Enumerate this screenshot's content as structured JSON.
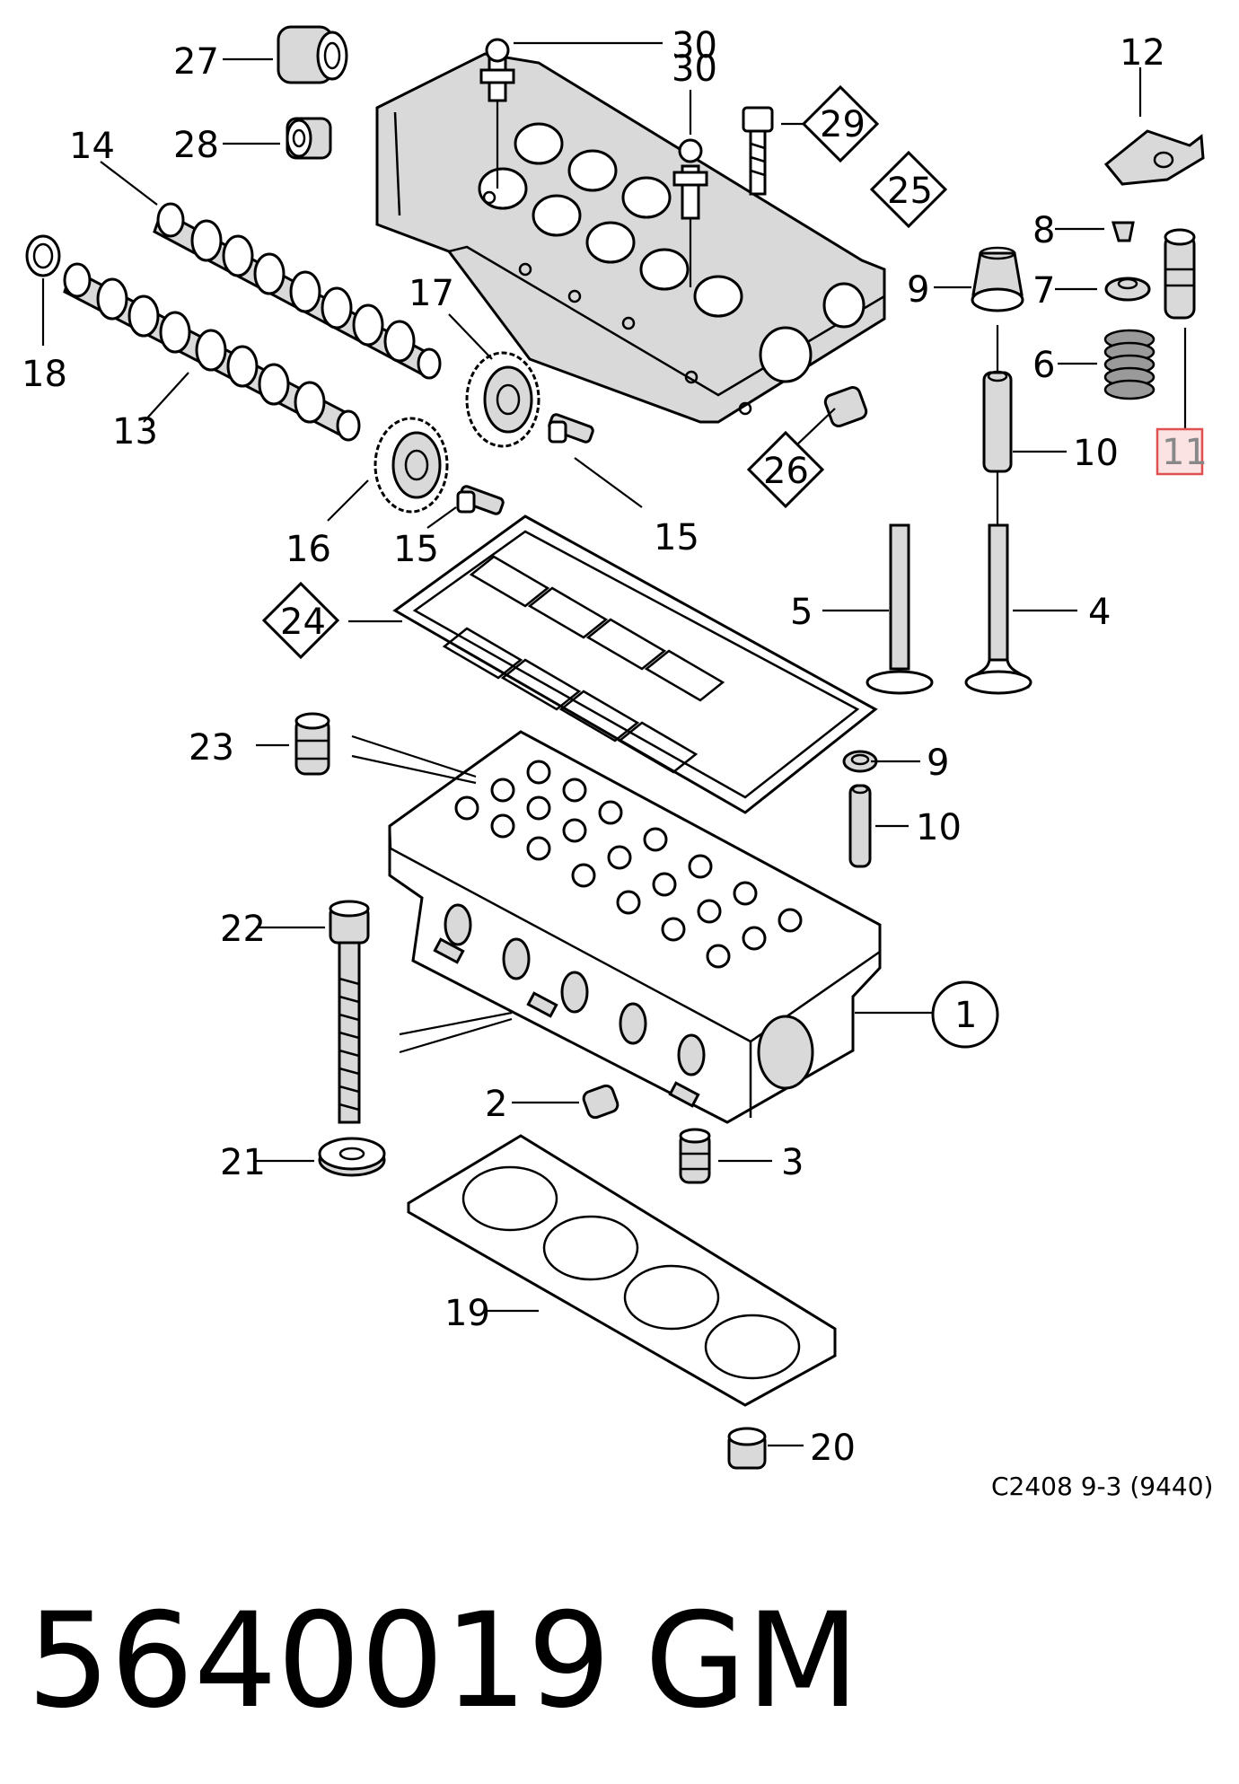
{
  "diagram": {
    "callouts": {
      "c1": "1",
      "c2": "2",
      "c3": "3",
      "c4": "4",
      "c5": "5",
      "c6": "6",
      "c7": "7",
      "c8": "8",
      "c9a": "9",
      "c9b": "9",
      "c10a": "10",
      "c10b": "10",
      "c11": "11",
      "c12": "12",
      "c13": "13",
      "c14": "14",
      "c15a": "15",
      "c15b": "15",
      "c16": "16",
      "c17": "17",
      "c18": "18",
      "c19": "19",
      "c20": "20",
      "c21": "21",
      "c22": "22",
      "c23": "23",
      "c24": "24",
      "c25": "25",
      "c26": "26",
      "c27": "27",
      "c28": "28",
      "c29": "29",
      "c30a": "30",
      "c30b": "30"
    },
    "highlighted_callout": "11",
    "highlight_color": "#e05050",
    "reference_code": "C2408 9-3 (9440)"
  },
  "footer": {
    "part_number": "5640019",
    "brand": "GM"
  }
}
